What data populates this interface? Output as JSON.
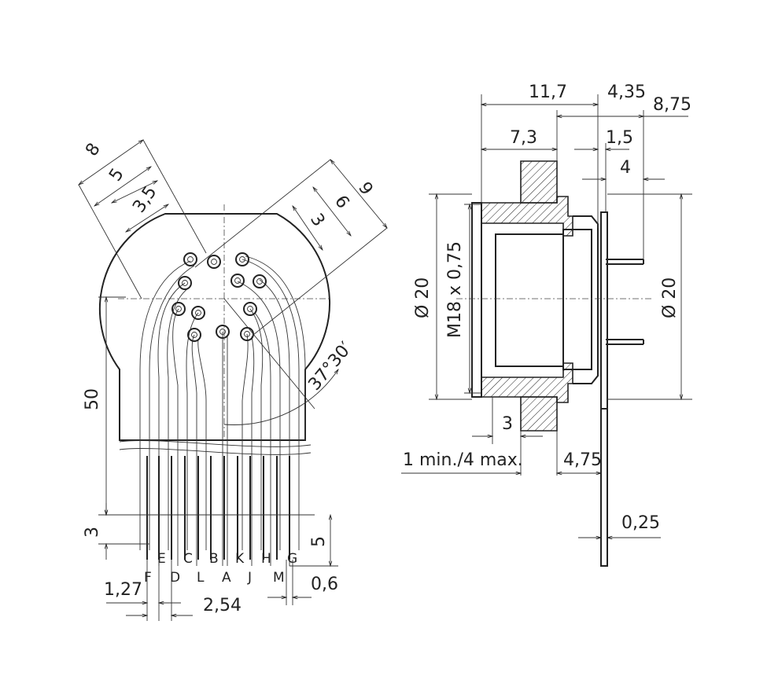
{
  "front_view": {
    "dimensions": {
      "d_8": "8",
      "d_5": "5",
      "d_3_5": "3,5",
      "d_9": "9",
      "d_6": "6",
      "d_3": "3",
      "angle": "37°30′",
      "length_50": "50",
      "d_3_bottom": "3",
      "d_5_bottom": "5",
      "pitch_1_27": "1,27",
      "pitch_2_54": "2,54",
      "pin_0_6": "0,6"
    },
    "pin_labels_top": [
      "E",
      "C",
      "B",
      "K",
      "H",
      "G"
    ],
    "pin_labels_bottom": [
      "F",
      "D",
      "L",
      "A",
      "J",
      "M"
    ]
  },
  "side_view": {
    "dimensions": {
      "d_11_7": "11,7",
      "d_4_35": "4,35",
      "d_8_75": "8,75",
      "d_7_3": "7,3",
      "d_1_5": "1,5",
      "d_4": "4",
      "dia_20_left": "Ø 20",
      "thread": "M18 x 0,75",
      "dia_20_right": "Ø 20",
      "d_3": "3",
      "panel": "1 min./4 max.",
      "d_4_75": "4,75",
      "d_0_25": "0,25"
    }
  }
}
